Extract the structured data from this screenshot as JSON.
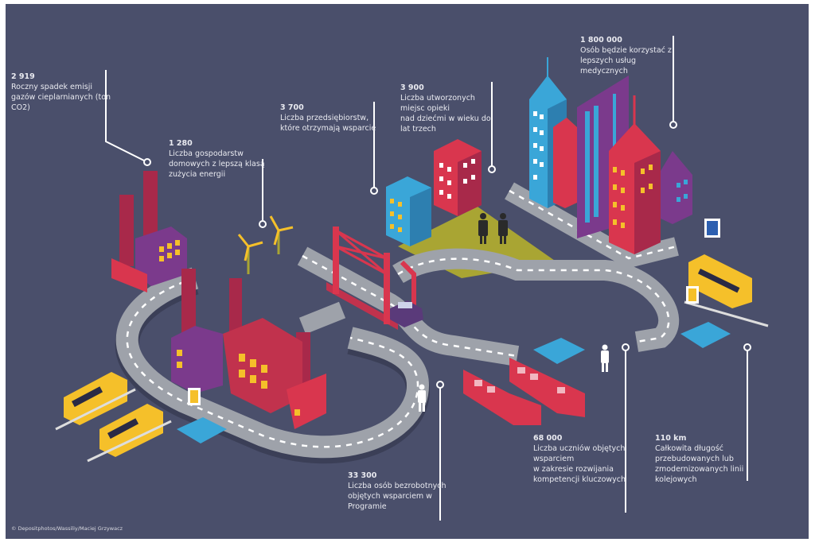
{
  "stats": [
    {
      "value": "2 919",
      "label": "Roczny spadek emisji\ngazów cieplarnianych (ton\nCO2)"
    },
    {
      "value": "1 280",
      "label": "Liczba gospodarstw\ndomowych z lepszą klasą\nzużycia energii"
    },
    {
      "value": "3 700",
      "label": "Liczba przedsiębiorstw,\nktóre otrzymają wsparcie"
    },
    {
      "value": "3 900",
      "label": "Liczba utworzonych\nmiejsc opieki\nnad dziećmi w wieku do\nlat trzech"
    },
    {
      "value": "1 800 000",
      "label": "Osób będzie korzystać z\nlepszych usług\nmedycznych"
    },
    {
      "value": "33 300",
      "label": "Liczba osób bezrobotnych\nobjętych wsparciem w\nProgramie"
    },
    {
      "value": "68 000",
      "label": "Liczba uczniów objętych\nwsparciem\nw zakresie rozwijania\nkompetencji kluczowych"
    },
    {
      "value": "110 km",
      "label": "Całkowita długość\nprzebudowanych lub\nzmodernizowanych linii\nkolejowych"
    }
  ],
  "copyright": "© Depositphotos/Wassiliy/Maciej Grzywacz",
  "colors": {
    "background": "#4a4f6b",
    "road": "#9ea2aa",
    "factory": "#a8294a",
    "purple": "#7b3a8c",
    "blue": "#3aa6d8",
    "red": "#d9364e",
    "yellow": "#f5c02a",
    "grass": "#a9a533"
  }
}
